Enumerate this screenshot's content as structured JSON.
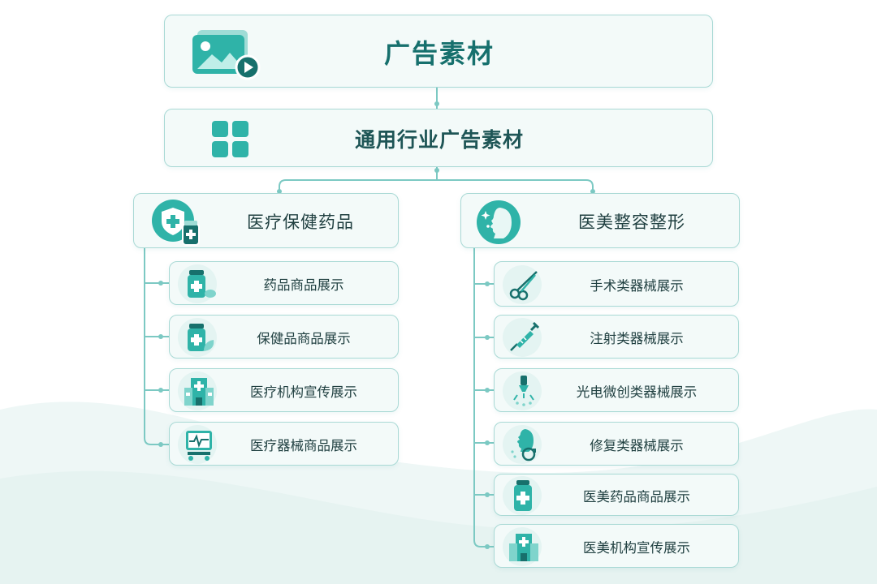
{
  "root": {
    "label": "广告素材",
    "icon": "image-video-icon"
  },
  "level2": {
    "label": "通用行业广告素材",
    "icon": "grid-icon"
  },
  "categories": [
    {
      "label": "医疗保健药品",
      "icon": "shield-medicine-icon",
      "items": [
        {
          "label": "药品商品展示",
          "icon": "pill-bottle-icon"
        },
        {
          "label": "保健品商品展示",
          "icon": "supplement-bottle-icon"
        },
        {
          "label": "医疗机构宣传展示",
          "icon": "hospital-icon"
        },
        {
          "label": "医疗器械商品展示",
          "icon": "medical-monitor-icon"
        }
      ]
    },
    {
      "label": "医美整容整形",
      "icon": "beauty-face-icon",
      "items": [
        {
          "label": "手术类器械展示",
          "icon": "scissors-icon"
        },
        {
          "label": "注射类器械展示",
          "icon": "syringe-icon"
        },
        {
          "label": "光电微创类器械展示",
          "icon": "laser-device-icon"
        },
        {
          "label": "修复类器械展示",
          "icon": "face-repair-icon"
        },
        {
          "label": "医美药品商品展示",
          "icon": "medicine-bottle-icon"
        },
        {
          "label": "医美机构宣传展示",
          "icon": "clinic-building-icon"
        }
      ]
    }
  ],
  "colors": {
    "accent": "#1fa9a2",
    "accent_dark": "#16706d",
    "box_fill": "#f3faf9",
    "box_border": "#a9d9d5",
    "connector": "#7cc9c3"
  }
}
